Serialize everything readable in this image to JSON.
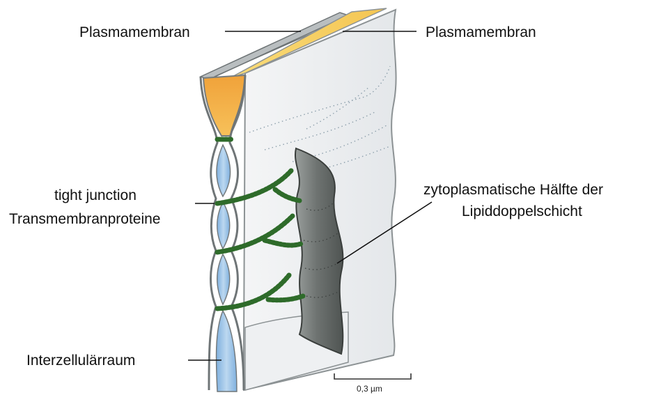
{
  "labels": {
    "plasma_left": "Plasmamembran",
    "plasma_right": "Plasmamembran",
    "tight_junction_line1": "tight junction",
    "tight_junction_line2": "Transmembranproteine",
    "zyto_line1": "zytoplasmatische Hälfte der",
    "zyto_line2": "Lipiddoppelschicht",
    "interzellular": "Interzellulärraum",
    "scale_bar": "0,3 µm"
  },
  "colors": {
    "cytoplasm_orange": "#f2a640",
    "cytoplasm_yellow": "#f6d36a",
    "intercellular_blue": "#9cc4e6",
    "membrane_grey": "#8c9294",
    "protein_green": "#2e6b2a",
    "fracture_face_grey": "#6f7472"
  }
}
